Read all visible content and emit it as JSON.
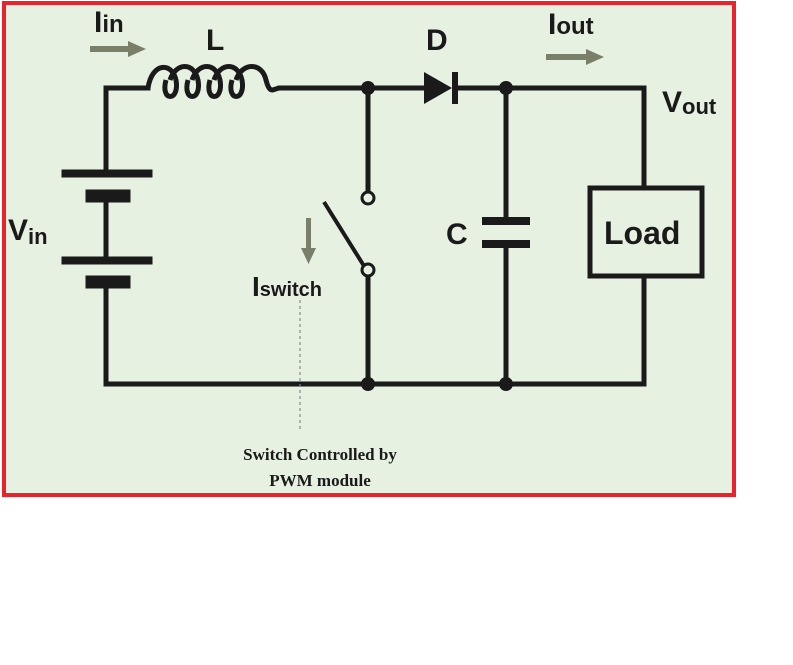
{
  "diagram": {
    "colors": {
      "frame": "#e8232b",
      "background": "#e7f1e1",
      "wire": "#1a1a1a",
      "arrow": "#7a7f6a",
      "dashed": "#8a8a8a"
    },
    "labels": {
      "input_current_main": "I",
      "input_current_sub": "in",
      "inductor": "L",
      "diode": "D",
      "output_current_main": "I",
      "output_current_sub": "out",
      "output_voltage_main": "V",
      "output_voltage_sub": "out",
      "input_voltage_main": "V",
      "input_voltage_sub": "in",
      "capacitor": "C",
      "load": "Load",
      "switch_current_main": "I",
      "switch_current_sub": "switch",
      "switch_note_line1": "Switch Controlled by",
      "switch_note_line2": "PWM module"
    }
  }
}
